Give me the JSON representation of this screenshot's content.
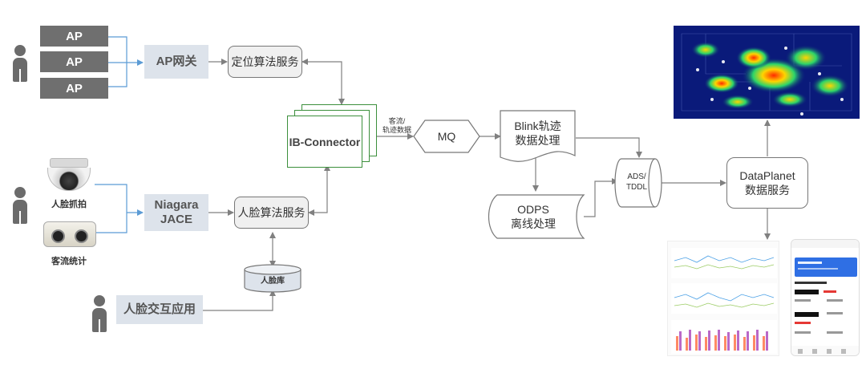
{
  "devices": {
    "ap_labels": [
      "AP",
      "AP",
      "AP"
    ],
    "face_capture_caption": "人脸抓拍",
    "people_counter_caption": "客流统计"
  },
  "gateways": {
    "ap_gateway": "AP网关",
    "niagara_line1": "Niagara",
    "niagara_line2": "JACE"
  },
  "services": {
    "location_algo": "定位算法服务",
    "face_algo": "人脸算法服务",
    "ib_connector": "IB-Connector",
    "face_db": "人脸库",
    "face_app": "人脸交互应用"
  },
  "stream": {
    "edge_label_line1": "客流/",
    "edge_label_line2": "轨迹数据",
    "mq": "MQ",
    "blink_line1": "Blink轨迹",
    "blink_line2": "数据处理",
    "odps_line1": "ODPS",
    "odps_line2": "离线处理",
    "ads_line1": "ADS/",
    "ads_line2": "TDDL",
    "dataplanet_line1": "DataPlanet",
    "dataplanet_line2": "数据服务"
  },
  "colors": {
    "ap_box": "#6f6f6f",
    "gateway_box": "#dde3eb",
    "connector_border": "#3c8f3c",
    "device_link": "#5b9bd5",
    "flow_line": "#808080"
  }
}
